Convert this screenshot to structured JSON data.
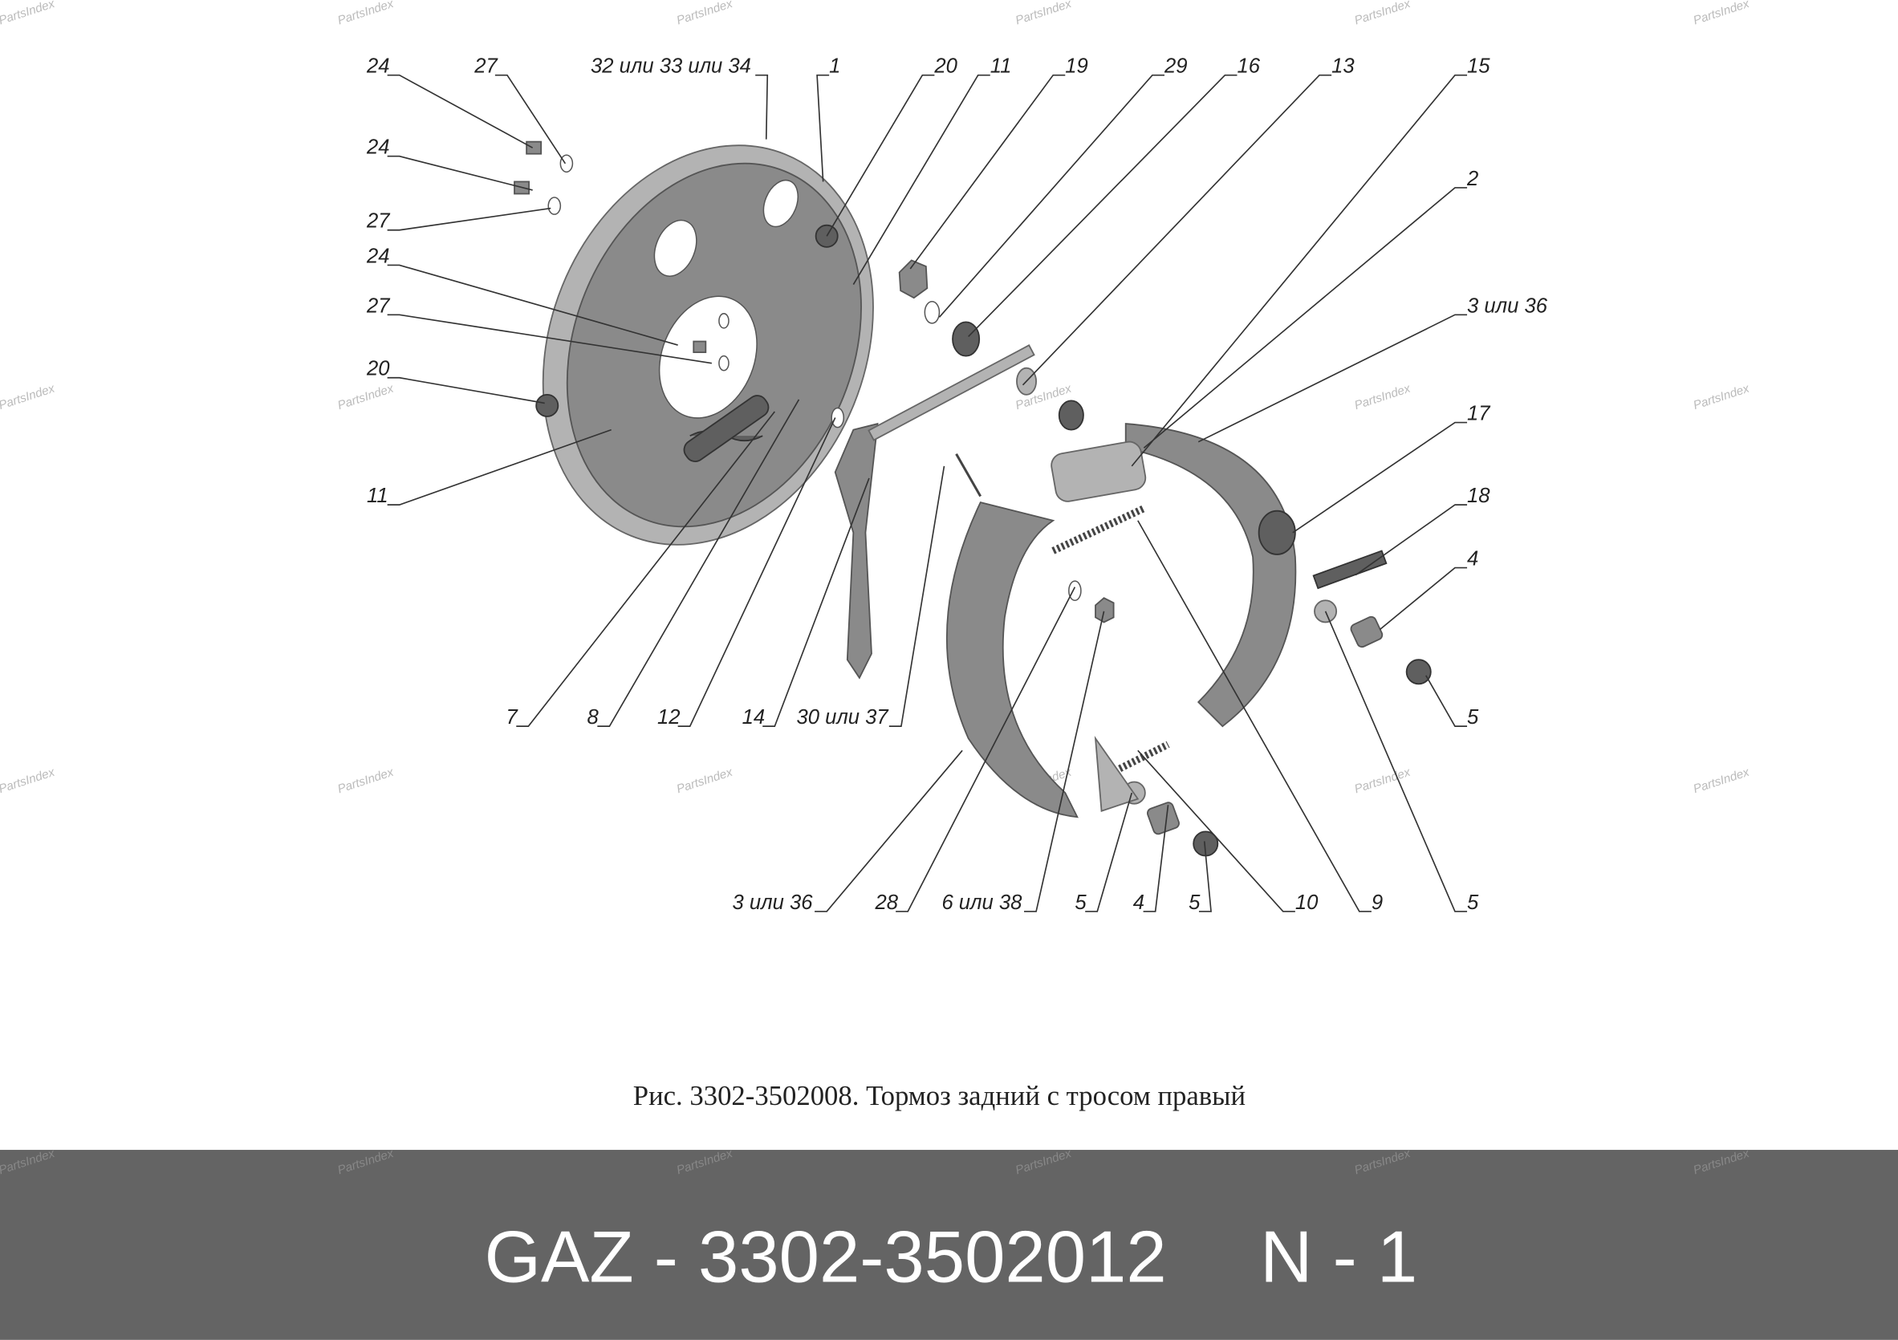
{
  "diagram": {
    "labels": [
      "24",
      "27",
      "32 или 33 или 34",
      "1",
      "20",
      "11",
      "19",
      "29",
      "16",
      "13",
      "15",
      "24",
      "27",
      "24",
      "27",
      "20",
      "11",
      "2",
      "3 или 36",
      "17",
      "18",
      "4",
      "5",
      "7",
      "8",
      "12",
      "14",
      "30 или 37",
      "3 или 36",
      "28",
      "6 или 38",
      "5",
      "4",
      "5",
      "10",
      "9",
      "5"
    ],
    "caption": "Рис. 3302-3502008. Тормоз задний с тросом правый"
  },
  "watermark": "PartsIndex",
  "footer": {
    "brand_part": "GAZ - 3302-3502012",
    "quantity": "N - 1",
    "background": "#646464"
  }
}
